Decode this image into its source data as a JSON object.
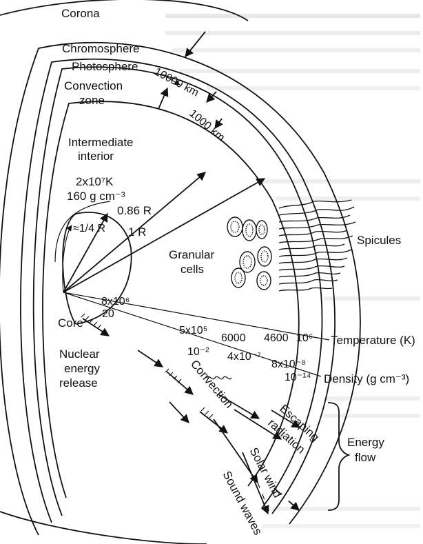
{
  "layers": {
    "corona": "Corona",
    "chromosphere": "Chromosphere",
    "photosphere": "Photosphere",
    "convection_zone_1": "Convection",
    "convection_zone_2": "zone",
    "intermediate_1": "Intermediate",
    "intermediate_2": "interior",
    "core": "Core",
    "granular_1": "Granular",
    "granular_2": "cells",
    "spicules": "Spicules"
  },
  "thickness": {
    "chromosphere": "10000 km",
    "photosphere": "1000 km"
  },
  "core_values": {
    "temp": "2x10⁷K",
    "density": "160 g cm⁻³"
  },
  "radii": {
    "quarter": "≈1/4 R",
    "r086": "0.86 R",
    "r1": "1 R"
  },
  "temperature_values": [
    "8x10⁶",
    "5x10⁵",
    "6000",
    "4600",
    "10⁶"
  ],
  "density_values": [
    "20",
    "10⁻²",
    "4x10⁻⁷",
    "8x10⁻⁸",
    "10⁻¹⁴"
  ],
  "axis_labels": {
    "temperature": "Temperature (K)",
    "density": "Density (g cm⁻³)"
  },
  "energy_flow": {
    "nuclear_1": "Nuclear",
    "nuclear_2": "energy",
    "nuclear_3": "release",
    "convection": "Convection",
    "escaping_1": "Escaping",
    "escaping_2": "radiation",
    "solar_wind": "Solar wind",
    "sound_waves": "Sound waves",
    "group_1": "Energy",
    "group_2": "flow"
  }
}
